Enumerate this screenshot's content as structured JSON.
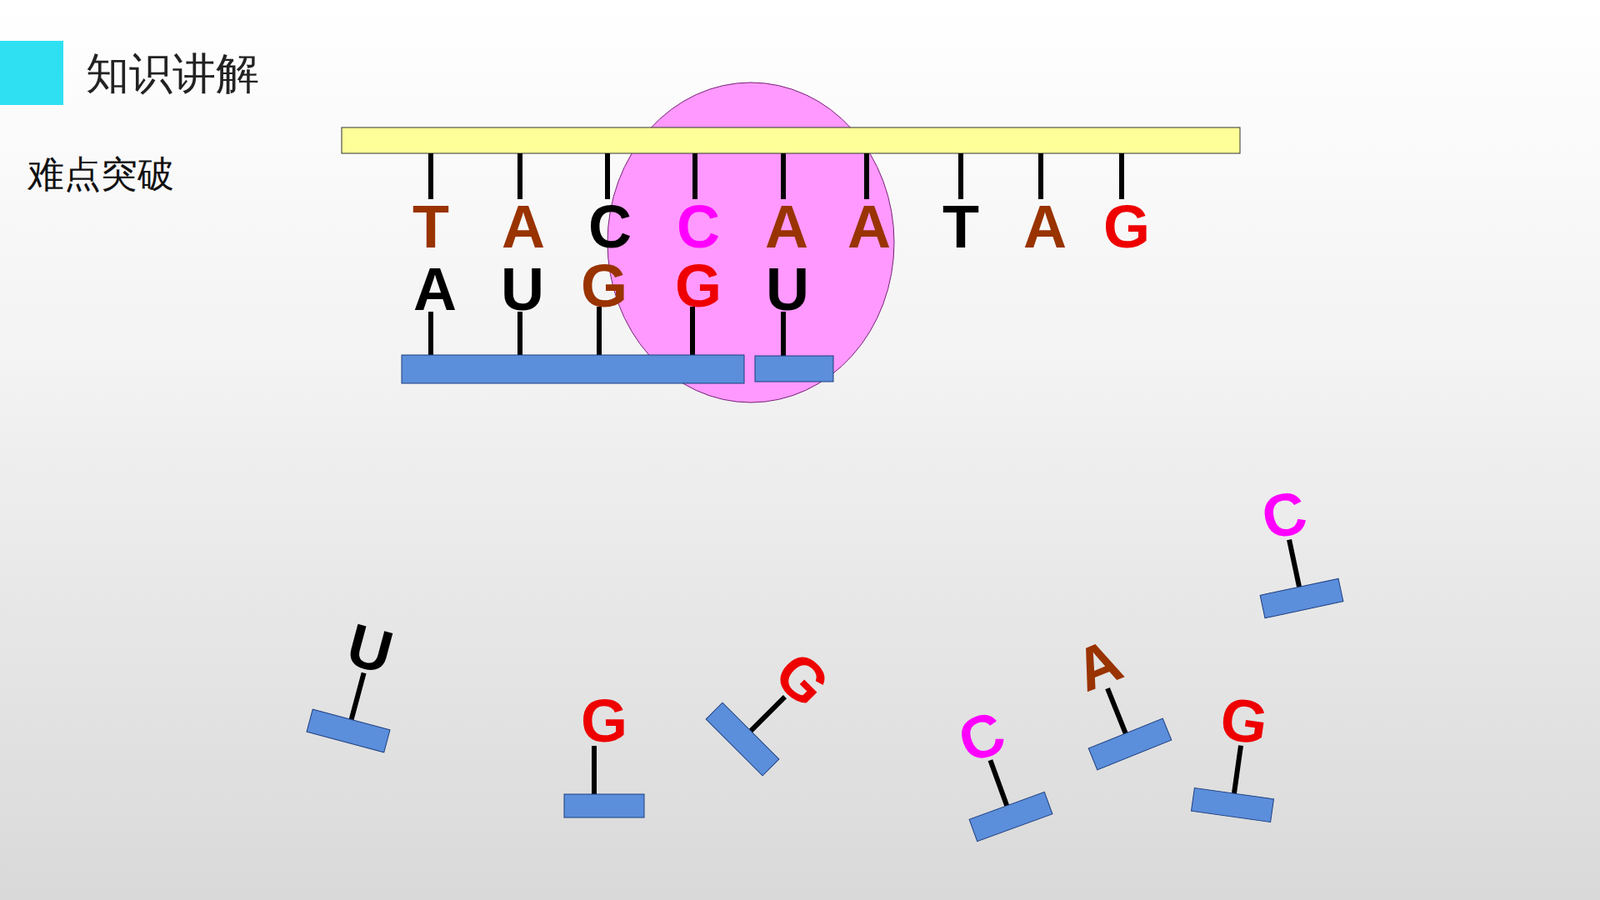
{
  "diagram": {
    "title": "知识讲解",
    "labels": [
      "难点突破",
      "T",
      "A",
      "C",
      "C",
      "A",
      "A",
      "T",
      "A",
      "G",
      "A",
      "U",
      "G",
      "G",
      "U",
      "U",
      "G",
      "G",
      "C",
      "A",
      "G",
      "C"
    ]
  }
}
